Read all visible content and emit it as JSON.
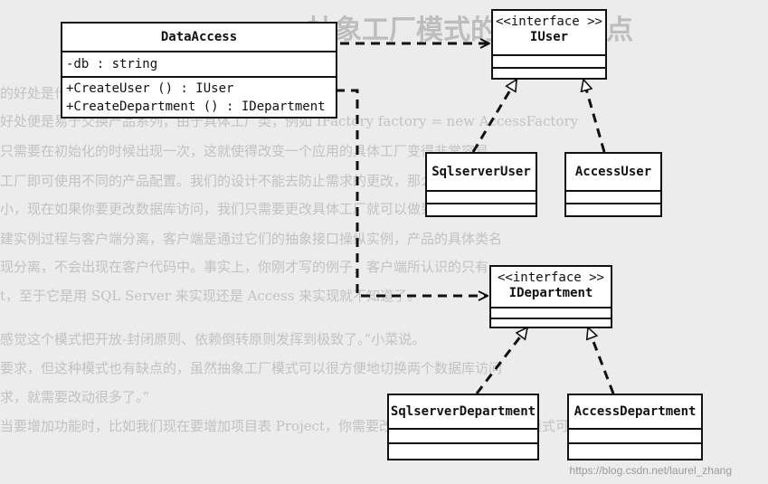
{
  "diagram": {
    "data_access": {
      "name": "DataAccess",
      "attribute": "-db : string",
      "methods": [
        "+CreateUser () : IUser",
        "+CreateDepartment () : IDepartment"
      ]
    },
    "iuser": {
      "stereotype": "<<interface >>",
      "name": "IUser"
    },
    "sqlserver_user": {
      "name": "SqlserverUser"
    },
    "access_user": {
      "name": "AccessUser"
    },
    "idepartment": {
      "stereotype": "<<interface >>",
      "name": "IDepartment"
    },
    "sqlserver_department": {
      "name": "SqlserverDepartment"
    },
    "access_department": {
      "name": "AccessDepartment"
    }
  },
  "background": {
    "title": "抽象工厂模式的优点与缺点",
    "lines": [
      "的好处是什么呢？",
      "好处便是易于交换产品系列，由于具体工厂类，例如 IFactory factory = new AccessFactory",
      "只需要在初始化的时候出现一次，这就使得改变一个应用的具体工厂变得非常容易，",
      "工厂即可使用不同的产品配置。我们的设计不能去防止需求的更改，那么我们的理想",
      "小，现在如果你要更改数据库访问，我们只需要更改具体工厂就可以做到。第二大好",
      "建实例过程与客户端分离，客户端是通过它们的抽象接口操纵实例，产品的具体类名",
      "现分离，不会出现在客户代码中。事实上，你刚才写的例子，客户端所认识的只有",
      "t，至于它是用 SQL Server 来实现还是 Access 来实现就不知道了。",
      "感觉这个模式把开放-封闭原则、依赖倒转原则发挥到极致了。”小菜说。",
      "要求，但这种模式也有缺点的，虽然抽象工厂模式可以很方便地切换两个数据库访问",
      "求，就需要改动很多了。”",
      "当要增加功能时，比如我们现在要增加项目表 Project，你需要改动哪些地方？抽象工厂模式可以"
    ]
  },
  "watermark": "https://blog.csdn.net/laurel_zhang"
}
